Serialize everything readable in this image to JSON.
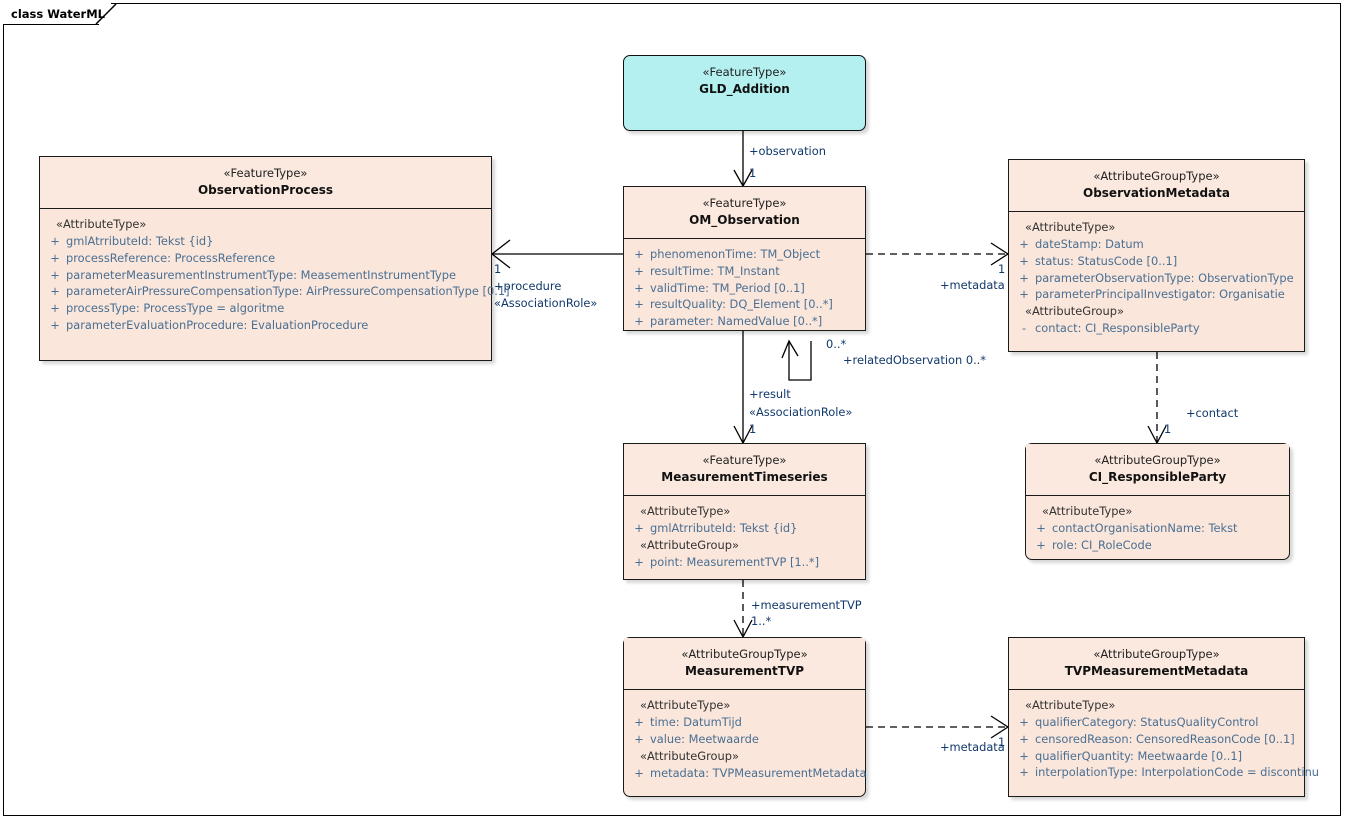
{
  "diagram": {
    "tab_label": "class WaterML",
    "title": "class WaterML",
    "colors": {
      "class_fill": "#fae6da",
      "class_header_fill": "#fbe9df",
      "highlight_fill": "#b4f0f0",
      "border": "#1a1a1a",
      "attribute_text": "#4a6f93",
      "label_text": "#11396b"
    }
  },
  "classes": {
    "gld_addition": {
      "stereotype": "«FeatureType»",
      "name": "GLD_Addition",
      "groups": []
    },
    "observation_process": {
      "stereotype": "«FeatureType»",
      "name": "ObservationProcess",
      "groups": [
        {
          "label": "«AttributeType»",
          "attributes": [
            {
              "vis": "+",
              "text": "gmlAtrributeId: Tekst {id}"
            },
            {
              "vis": "+",
              "text": "processReference: ProcessReference"
            },
            {
              "vis": "+",
              "text": "parameterMeasurementInstrumentType: MeasementInstrumentType"
            },
            {
              "vis": "+",
              "text": "parameterAirPressureCompensationType: AirPressureCompensationType [0.1]"
            },
            {
              "vis": "+",
              "text": "processType: ProcessType = algoritme"
            },
            {
              "vis": "+",
              "text": "parameterEvaluationProcedure: EvaluationProcedure"
            }
          ]
        }
      ]
    },
    "om_observation": {
      "stereotype": "«FeatureType»",
      "name": "OM_Observation",
      "groups": [
        {
          "label": "",
          "attributes": [
            {
              "vis": "+",
              "text": "phenomenonTime: TM_Object"
            },
            {
              "vis": "+",
              "text": "resultTime: TM_Instant"
            },
            {
              "vis": "+",
              "text": "validTime: TM_Period [0..1]"
            },
            {
              "vis": "+",
              "text": "resultQuality: DQ_Element [0..*]"
            },
            {
              "vis": "+",
              "text": "parameter: NamedValue [0..*]"
            }
          ]
        }
      ]
    },
    "observation_metadata": {
      "stereotype": "«AttributeGroupType»",
      "name": "ObservationMetadata",
      "groups": [
        {
          "label": "«AttributeType»",
          "attributes": [
            {
              "vis": "+",
              "text": "dateStamp: Datum"
            },
            {
              "vis": "+",
              "text": "status: StatusCode [0..1]"
            },
            {
              "vis": "+",
              "text": "parameterObservationType: ObservationType"
            },
            {
              "vis": "+",
              "text": "parameterPrincipalInvestigator: Organisatie"
            }
          ]
        },
        {
          "label": "«AttributeGroup»",
          "attributes": [
            {
              "vis": "-",
              "text": "contact: CI_ResponsibleParty"
            }
          ]
        }
      ]
    },
    "measurement_timeseries": {
      "stereotype": "«FeatureType»",
      "name": "MeasurementTimeseries",
      "groups": [
        {
          "label": "«AttributeType»",
          "attributes": [
            {
              "vis": "+",
              "text": "gmlAtrributeId: Tekst {id}"
            }
          ]
        },
        {
          "label": "«AttributeGroup»",
          "attributes": [
            {
              "vis": "+",
              "text": "point: MeasurementTVP [1..*]"
            }
          ]
        }
      ]
    },
    "ci_responsible_party": {
      "stereotype": "«AttributeGroupType»",
      "name": "CI_ResponsibleParty",
      "groups": [
        {
          "label": "«AttributeType»",
          "attributes": [
            {
              "vis": "+",
              "text": "contactOrganisationName: Tekst"
            },
            {
              "vis": "+",
              "text": "role: CI_RoleCode"
            }
          ]
        }
      ]
    },
    "measurement_tvp": {
      "stereotype": "«AttributeGroupType»",
      "name": "MeasurementTVP",
      "groups": [
        {
          "label": "«AttributeType»",
          "attributes": [
            {
              "vis": "+",
              "text": "time: DatumTijd"
            },
            {
              "vis": "+",
              "text": "value: Meetwaarde"
            }
          ]
        },
        {
          "label": "«AttributeGroup»",
          "attributes": [
            {
              "vis": "+",
              "text": "metadata: TVPMeasurementMetadata"
            }
          ]
        }
      ]
    },
    "tvp_measurement_metadata": {
      "stereotype": "«AttributeGroupType»",
      "name": "TVPMeasurementMetadata",
      "groups": [
        {
          "label": "«AttributeType»",
          "attributes": [
            {
              "vis": "+",
              "text": "qualifierCategory: StatusQualityControl"
            },
            {
              "vis": "+",
              "text": "censoredReason: CensoredReasonCode [0..1]"
            },
            {
              "vis": "+",
              "text": "qualifierQuantity: Meetwaarde [0..1]"
            },
            {
              "vis": "+",
              "text": "interpolationType: InterpolationCode = discontinu"
            }
          ]
        }
      ]
    }
  },
  "connectors": {
    "observation": {
      "role": "+observation",
      "mult": "1"
    },
    "procedure": {
      "mult": "1",
      "role": "+procedure",
      "stereotype": "«AssociationRole»"
    },
    "metadata_top": {
      "role": "+metadata",
      "mult": "1"
    },
    "related_observation": {
      "mult_near": "0..*",
      "role": "+relatedObservation 0..*"
    },
    "result": {
      "role": "+result",
      "stereotype": "«AssociationRole»",
      "mult": "1"
    },
    "contact": {
      "role": "+contact",
      "mult": "1"
    },
    "measurement_tvp": {
      "role": "+measurementTVP",
      "mult": "1..*"
    },
    "metadata_bottom": {
      "role": "+metadata",
      "mult": "1"
    }
  }
}
